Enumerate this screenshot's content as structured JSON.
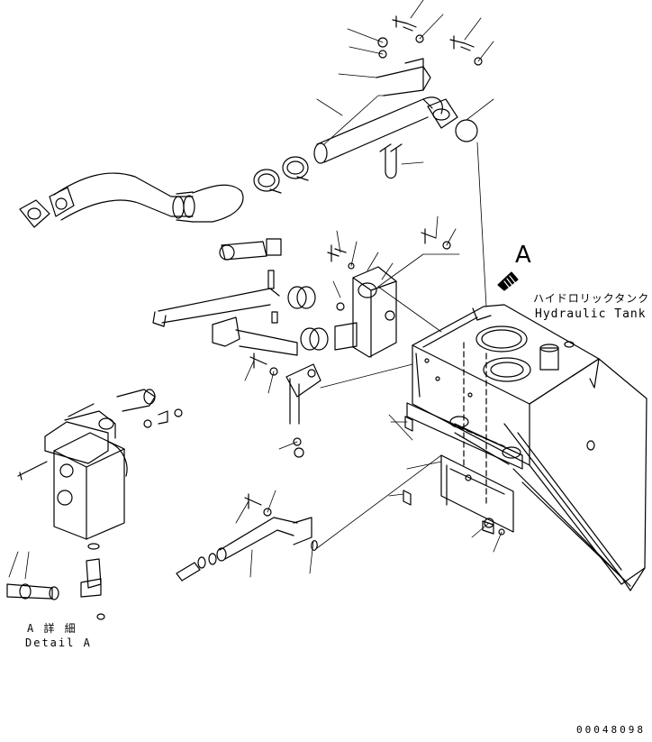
{
  "detail_marker": "A",
  "tank_label": {
    "japanese": "ハイドロリックタンク",
    "english": "Hydraulic Tank"
  },
  "detail_label": {
    "japanese": "A 詳 細",
    "english": "Detail A"
  },
  "drawing_number": "00048098"
}
